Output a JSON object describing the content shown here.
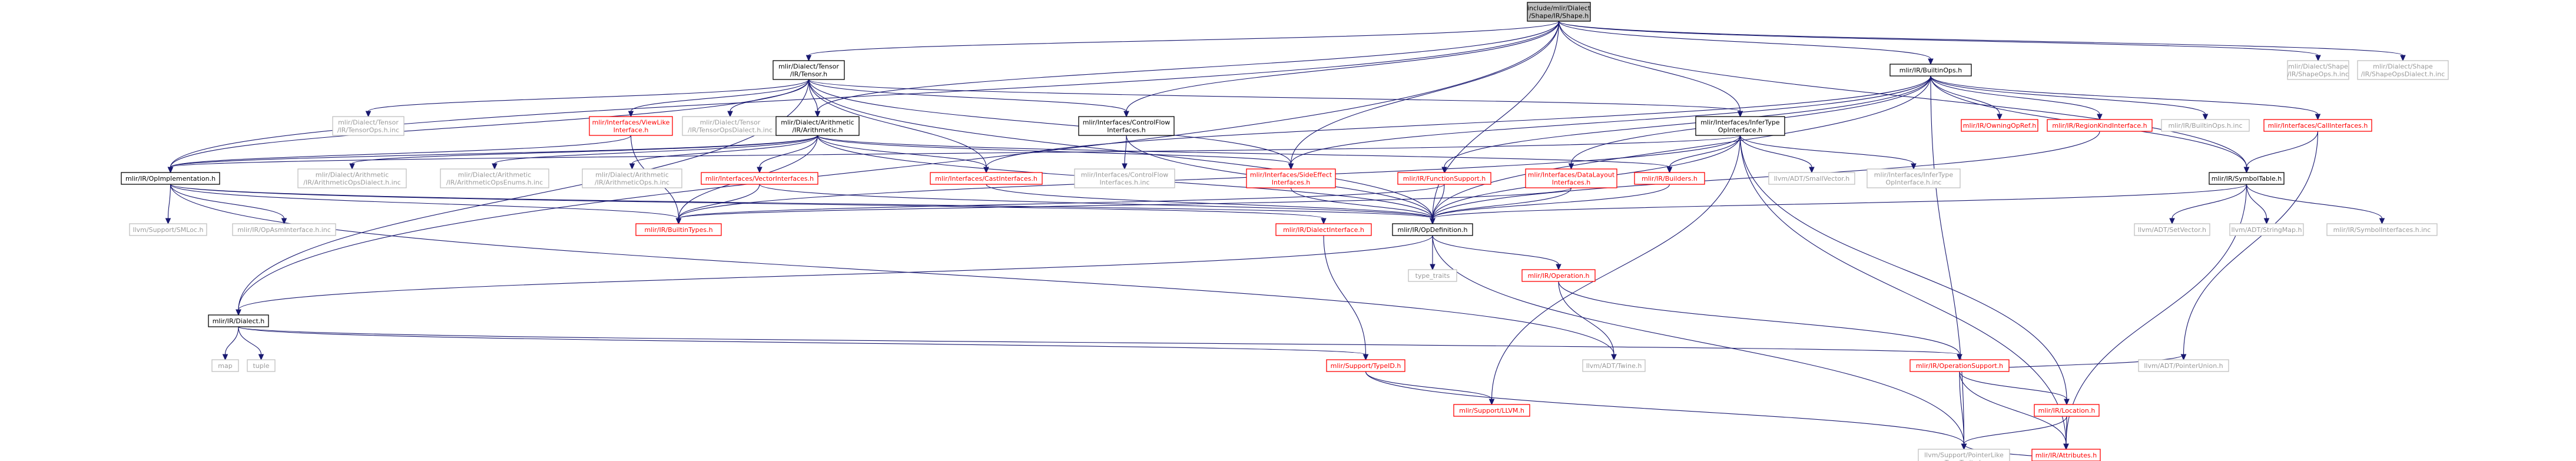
{
  "graph": {
    "nodes": [
      {
        "id": "shape",
        "lines": [
          "include/mlir/Dialect",
          "/Shape/IR/Shape.h"
        ],
        "style": "root"
      },
      {
        "id": "tensor",
        "lines": [
          "mlir/Dialect/Tensor",
          "/IR/Tensor.h"
        ],
        "style": "black"
      },
      {
        "id": "builtinops",
        "lines": [
          "mlir/IR/BuiltinOps.h"
        ],
        "style": "black"
      },
      {
        "id": "shapeops_inc",
        "lines": [
          "mlir/Dialect/Shape",
          "/IR/ShapeOps.h.inc"
        ],
        "style": "grey"
      },
      {
        "id": "shapeopsdialect_inc",
        "lines": [
          "mlir/Dialect/Shape",
          "/IR/ShapeOpsDialect.h.inc"
        ],
        "style": "grey"
      },
      {
        "id": "tensorops_inc",
        "lines": [
          "mlir/Dialect/Tensor",
          "/IR/TensorOps.h.inc"
        ],
        "style": "grey"
      },
      {
        "id": "viewlike",
        "lines": [
          "mlir/Interfaces/ViewLike",
          "Interface.h"
        ],
        "style": "red"
      },
      {
        "id": "tensoropsdialect_inc",
        "lines": [
          "mlir/Dialect/Tensor",
          "/IR/TensorOpsDialect.h.inc"
        ],
        "style": "grey"
      },
      {
        "id": "arith",
        "lines": [
          "mlir/Dialect/Arithmetic",
          "/IR/Arithmetic.h"
        ],
        "style": "black"
      },
      {
        "id": "controlflow",
        "lines": [
          "mlir/Interfaces/ControlFlow",
          "Interfaces.h"
        ],
        "style": "black"
      },
      {
        "id": "infertype",
        "lines": [
          "mlir/Interfaces/InferType",
          "OpInterface.h"
        ],
        "style": "black"
      },
      {
        "id": "owningopref",
        "lines": [
          "mlir/IR/OwningOpRef.h"
        ],
        "style": "red"
      },
      {
        "id": "regionkind",
        "lines": [
          "mlir/IR/RegionKindInterface.h"
        ],
        "style": "red"
      },
      {
        "id": "builtinops_inc",
        "lines": [
          "mlir/IR/BuiltinOps.h.inc"
        ],
        "style": "grey"
      },
      {
        "id": "callinterfaces",
        "lines": [
          "mlir/Interfaces/CallInterfaces.h"
        ],
        "style": "red"
      },
      {
        "id": "opimpl",
        "lines": [
          "mlir/IR/OpImplementation.h"
        ],
        "style": "black"
      },
      {
        "id": "arith_dialect_inc",
        "lines": [
          "mlir/Dialect/Arithmetic",
          "/IR/ArithmeticOpsDialect.h.inc"
        ],
        "style": "grey"
      },
      {
        "id": "arith_enums_inc",
        "lines": [
          "mlir/Dialect/Arithmetic",
          "/IR/ArithmeticOpsEnums.h.inc"
        ],
        "style": "grey"
      },
      {
        "id": "arith_ops_inc",
        "lines": [
          "mlir/Dialect/Arithmetic",
          "/IR/ArithmeticOps.h.inc"
        ],
        "style": "grey"
      },
      {
        "id": "vectorinterfaces",
        "lines": [
          "mlir/Interfaces/VectorInterfaces.h"
        ],
        "style": "red"
      },
      {
        "id": "castinterfaces",
        "lines": [
          "mlir/Interfaces/CastInterfaces.h"
        ],
        "style": "red"
      },
      {
        "id": "controlflow_inc",
        "lines": [
          "mlir/Interfaces/ControlFlow",
          "Interfaces.h.inc"
        ],
        "style": "grey"
      },
      {
        "id": "sideeffect",
        "lines": [
          "mlir/Interfaces/SideEffect",
          "Interfaces.h"
        ],
        "style": "red"
      },
      {
        "id": "functionsupport",
        "lines": [
          "mlir/IR/FunctionSupport.h"
        ],
        "style": "red"
      },
      {
        "id": "datalayout",
        "lines": [
          "mlir/Interfaces/DataLayout",
          "Interfaces.h"
        ],
        "style": "red"
      },
      {
        "id": "builders",
        "lines": [
          "mlir/IR/Builders.h"
        ],
        "style": "red"
      },
      {
        "id": "smallvector",
        "lines": [
          "llvm/ADT/SmallVector.h"
        ],
        "style": "grey"
      },
      {
        "id": "infertype_inc",
        "lines": [
          "mlir/Interfaces/InferType",
          "OpInterface.h.inc"
        ],
        "style": "grey"
      },
      {
        "id": "symboltable",
        "lines": [
          "mlir/IR/SymbolTable.h"
        ],
        "style": "black"
      },
      {
        "id": "smloc",
        "lines": [
          "llvm/Support/SMLoc.h"
        ],
        "style": "grey"
      },
      {
        "id": "opasm_inc",
        "lines": [
          "mlir/IR/OpAsmInterface.h.inc"
        ],
        "style": "grey"
      },
      {
        "id": "builtintypes",
        "lines": [
          "mlir/IR/BuiltinTypes.h"
        ],
        "style": "red"
      },
      {
        "id": "dialectinterface",
        "lines": [
          "mlir/IR/DialectInterface.h"
        ],
        "style": "red"
      },
      {
        "id": "opdefinition",
        "lines": [
          "mlir/IR/OpDefinition.h"
        ],
        "style": "black"
      },
      {
        "id": "setvector",
        "lines": [
          "llvm/ADT/SetVector.h"
        ],
        "style": "grey"
      },
      {
        "id": "stringmap",
        "lines": [
          "llvm/ADT/StringMap.h"
        ],
        "style": "grey"
      },
      {
        "id": "symbolinterfaces_inc",
        "lines": [
          "mlir/IR/SymbolInterfaces.h.inc"
        ],
        "style": "grey"
      },
      {
        "id": "type_traits",
        "lines": [
          "type_traits"
        ],
        "style": "grey"
      },
      {
        "id": "operation",
        "lines": [
          "mlir/IR/Operation.h"
        ],
        "style": "red"
      },
      {
        "id": "dialect",
        "lines": [
          "mlir/IR/Dialect.h"
        ],
        "style": "black"
      },
      {
        "id": "map",
        "lines": [
          "map"
        ],
        "style": "grey"
      },
      {
        "id": "tuple",
        "lines": [
          "tuple"
        ],
        "style": "grey"
      },
      {
        "id": "typeid",
        "lines": [
          "mlir/Support/TypeID.h"
        ],
        "style": "red"
      },
      {
        "id": "twine",
        "lines": [
          "llvm/ADT/Twine.h"
        ],
        "style": "grey"
      },
      {
        "id": "opsupport",
        "lines": [
          "mlir/IR/OperationSupport.h"
        ],
        "style": "red"
      },
      {
        "id": "pointerunion",
        "lines": [
          "llvm/ADT/PointerUnion.h"
        ],
        "style": "grey"
      },
      {
        "id": "location",
        "lines": [
          "mlir/IR/Location.h"
        ],
        "style": "red"
      },
      {
        "id": "llvm_h",
        "lines": [
          "mlir/Support/LLVM.h"
        ],
        "style": "red"
      },
      {
        "id": "attributes",
        "lines": [
          "mlir/IR/Attributes.h"
        ],
        "style": "red"
      },
      {
        "id": "pointerlike",
        "lines": [
          "llvm/Support/PointerLike",
          "TypeTraits.h"
        ],
        "style": "grey"
      }
    ],
    "edges": [
      [
        "shape",
        "tensor"
      ],
      [
        "shape",
        "builtinops"
      ],
      [
        "shape",
        "shapeops_inc"
      ],
      [
        "shape",
        "shapeopsdialect_inc"
      ],
      [
        "shape",
        "arith"
      ],
      [
        "shape",
        "controlflow"
      ],
      [
        "shape",
        "infertype"
      ],
      [
        "shape",
        "sideeffect"
      ],
      [
        "shape",
        "symboltable"
      ],
      [
        "shape",
        "opimpl"
      ],
      [
        "shape",
        "dialect"
      ],
      [
        "shape",
        "opdefinition"
      ],
      [
        "tensor",
        "tensorops_inc"
      ],
      [
        "tensor",
        "viewlike"
      ],
      [
        "tensor",
        "tensoropsdialect_inc"
      ],
      [
        "tensor",
        "arith"
      ],
      [
        "tensor",
        "controlflow"
      ],
      [
        "tensor",
        "infertype"
      ],
      [
        "tensor",
        "castinterfaces"
      ],
      [
        "tensor",
        "sideeffect"
      ],
      [
        "tensor",
        "opimpl"
      ],
      [
        "tensor",
        "dialect"
      ],
      [
        "tensor",
        "opdefinition"
      ],
      [
        "builtinops",
        "owningopref"
      ],
      [
        "builtinops",
        "regionkind"
      ],
      [
        "builtinops",
        "builtinops_inc"
      ],
      [
        "builtinops",
        "callinterfaces"
      ],
      [
        "builtinops",
        "symboltable"
      ],
      [
        "builtinops",
        "functionsupport"
      ],
      [
        "builtinops",
        "datalayout"
      ],
      [
        "builtinops",
        "castinterfaces"
      ],
      [
        "builtinops",
        "sideeffect"
      ],
      [
        "builtinops",
        "pointerlike"
      ],
      [
        "builtinops",
        "opdefinition"
      ],
      [
        "viewlike",
        "opimpl"
      ],
      [
        "viewlike",
        "builtintypes"
      ],
      [
        "arith",
        "arith_dialect_inc"
      ],
      [
        "arith",
        "arith_enums_inc"
      ],
      [
        "arith",
        "arith_ops_inc"
      ],
      [
        "arith",
        "vectorinterfaces"
      ],
      [
        "arith",
        "castinterfaces"
      ],
      [
        "arith",
        "sideeffect"
      ],
      [
        "arith",
        "opimpl"
      ],
      [
        "arith",
        "builtintypes"
      ],
      [
        "arith",
        "builders"
      ],
      [
        "arith",
        "opdefinition"
      ],
      [
        "controlflow",
        "controlflow_inc"
      ],
      [
        "controlflow",
        "opdefinition"
      ],
      [
        "infertype",
        "builders"
      ],
      [
        "infertype",
        "smallvector"
      ],
      [
        "infertype",
        "infertype_inc"
      ],
      [
        "infertype",
        "builtintypes"
      ],
      [
        "infertype",
        "opimpl"
      ],
      [
        "infertype",
        "opdefinition"
      ],
      [
        "infertype",
        "location"
      ],
      [
        "infertype",
        "attributes"
      ],
      [
        "infertype",
        "llvm_h"
      ],
      [
        "regionkind",
        "opdefinition"
      ],
      [
        "callinterfaces",
        "symboltable"
      ],
      [
        "callinterfaces",
        "pointerunion"
      ],
      [
        "opimpl",
        "smloc"
      ],
      [
        "opimpl",
        "opasm_inc"
      ],
      [
        "opimpl",
        "builtintypes"
      ],
      [
        "opimpl",
        "dialectinterface"
      ],
      [
        "opimpl",
        "opdefinition"
      ],
      [
        "opimpl",
        "twine"
      ],
      [
        "vectorinterfaces",
        "builtintypes"
      ],
      [
        "vectorinterfaces",
        "opdefinition"
      ],
      [
        "castinterfaces",
        "opdefinition"
      ],
      [
        "sideeffect",
        "opdefinition"
      ],
      [
        "functionsupport",
        "builtintypes"
      ],
      [
        "functionsupport",
        "opdefinition"
      ],
      [
        "datalayout",
        "builtintypes"
      ],
      [
        "datalayout",
        "opdefinition"
      ],
      [
        "builders",
        "opdefinition"
      ],
      [
        "symboltable",
        "opdefinition"
      ],
      [
        "symboltable",
        "setvector"
      ],
      [
        "symboltable",
        "stringmap"
      ],
      [
        "symboltable",
        "symbolinterfaces_inc"
      ],
      [
        "symboltable",
        "attributes"
      ],
      [
        "dialectinterface",
        "typeid"
      ],
      [
        "opdefinition",
        "type_traits"
      ],
      [
        "opdefinition",
        "operation"
      ],
      [
        "opdefinition",
        "dialect"
      ],
      [
        "opdefinition",
        "pointerlike"
      ],
      [
        "operation",
        "twine"
      ],
      [
        "operation",
        "opsupport"
      ],
      [
        "dialect",
        "map"
      ],
      [
        "dialect",
        "tuple"
      ],
      [
        "dialect",
        "typeid"
      ],
      [
        "dialect",
        "opsupport"
      ],
      [
        "typeid",
        "llvm_h"
      ],
      [
        "typeid",
        "pointerlike"
      ],
      [
        "opsupport",
        "pointerunion"
      ],
      [
        "opsupport",
        "location"
      ],
      [
        "opsupport",
        "attributes"
      ],
      [
        "opsupport",
        "pointerlike"
      ],
      [
        "location",
        "attributes"
      ],
      [
        "location",
        "pointerlike"
      ],
      [
        "attributes",
        "pointerlike"
      ]
    ]
  }
}
